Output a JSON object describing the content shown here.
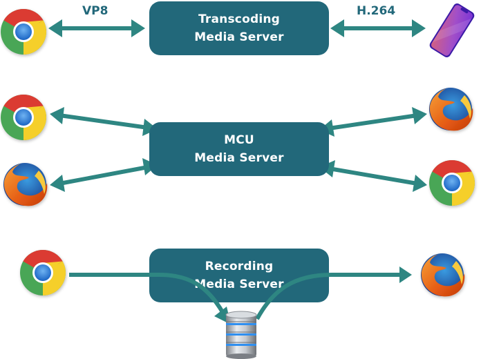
{
  "colors": {
    "server_box": "#22687a",
    "arrow": "#2e8682",
    "label_text": "#22687a",
    "box_text": "#ffffff"
  },
  "rows": [
    {
      "id": "transcoding",
      "server": {
        "line1": "Transcoding",
        "line2": "Media Server"
      },
      "left_label": "VP8",
      "right_label": "H.264",
      "left_clients": [
        "chrome-icon"
      ],
      "right_clients": [
        "smartphone-icon"
      ],
      "arrows": "bidirectional"
    },
    {
      "id": "mcu",
      "server": {
        "line1": "MCU",
        "line2": "Media Server"
      },
      "left_clients": [
        "chrome-icon",
        "firefox-icon"
      ],
      "right_clients": [
        "firefox-icon",
        "chrome-icon"
      ],
      "arrows": "bidirectional"
    },
    {
      "id": "recording",
      "server": {
        "line1": "Recording",
        "line2": "Media Server"
      },
      "left_clients": [
        "chrome-icon"
      ],
      "right_clients": [
        "firefox-icon"
      ],
      "storage": "database-icon",
      "arrows": "one-way: chrome → database → firefox"
    }
  ]
}
